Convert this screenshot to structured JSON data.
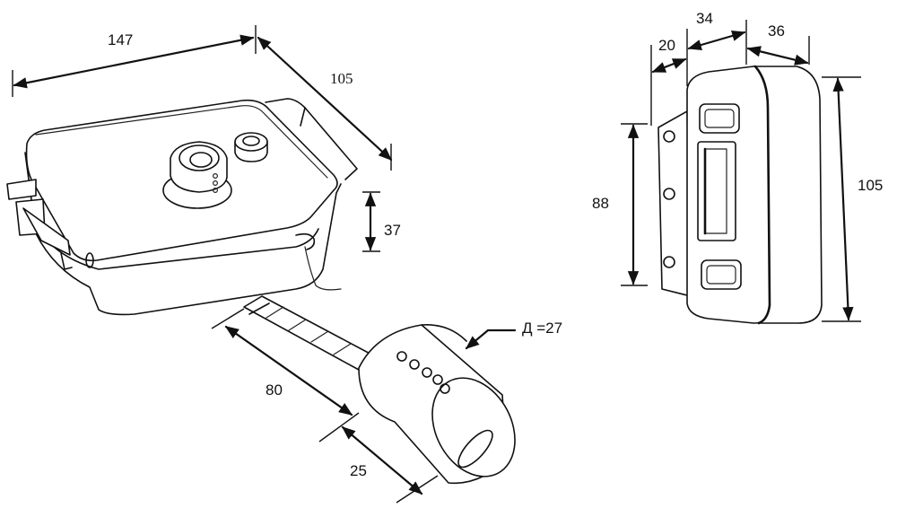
{
  "dimensions": {
    "lock_width": "147",
    "lock_depth": "105",
    "lock_height": "37",
    "key_length": "80",
    "cylinder_length": "25",
    "cylinder_diameter": "Д =27",
    "strike_width_small": "20",
    "strike_width_mid": "34",
    "strike_width_body": "36",
    "strike_height_inner": "88",
    "strike_height_total": "105"
  },
  "colors": {
    "line": "#111111",
    "background": "#ffffff"
  }
}
